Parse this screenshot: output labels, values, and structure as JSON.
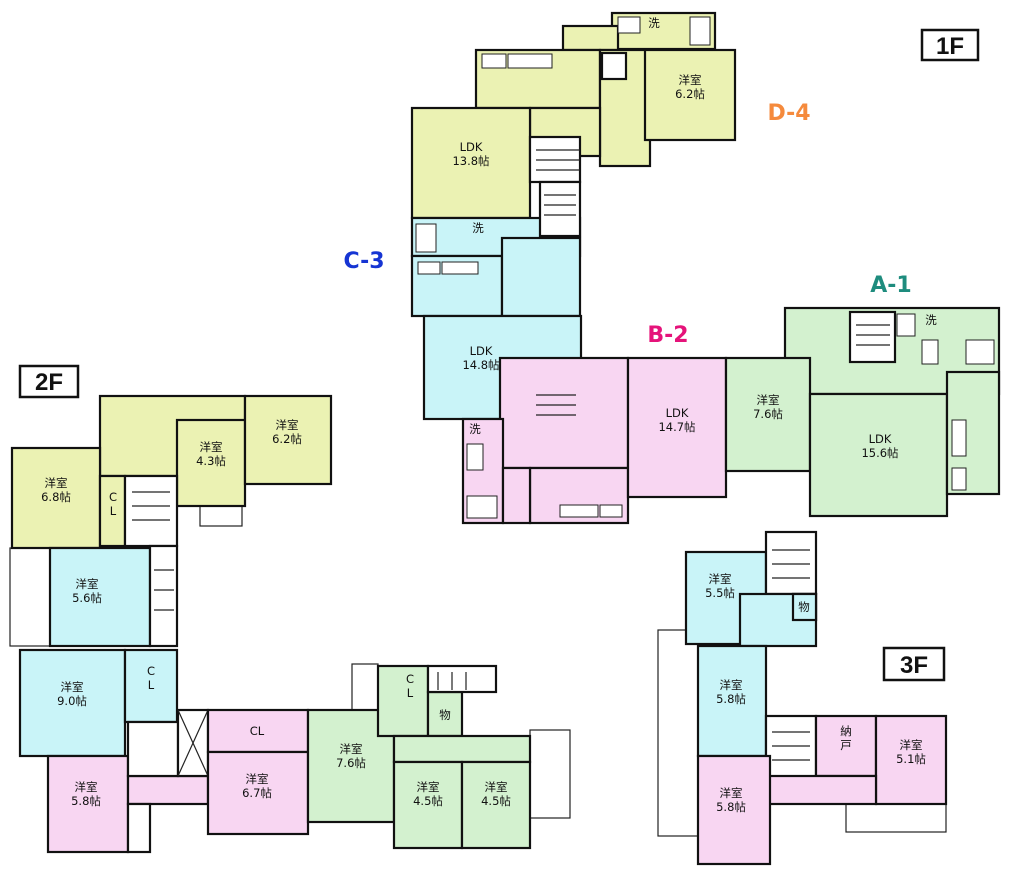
{
  "colors": {
    "yellow": "#ebf2b3",
    "cyan": "#c9f4f8",
    "pink": "#f8d6f2",
    "green": "#d3f1cf",
    "unit_A": "#1e8c7e",
    "unit_B": "#e5137a",
    "unit_C": "#1635d3",
    "unit_D": "#f58a3c"
  },
  "floor_labels": {
    "f1": "1F",
    "f2": "2F",
    "f3": "3F"
  },
  "unit_labels": {
    "A": "A-1",
    "B": "B-2",
    "C": "C-3",
    "D": "D-4"
  },
  "rooms": {
    "f1_d4_ldk": "LDK\n13.8帖",
    "f1_d4_yoshitsu": "洋室\n6.2帖",
    "f1_c3_ldk": "LDK\n14.8帖",
    "f1_b2_ldk": "LDK\n14.7帖",
    "f1_a1_yoshitsu": "洋室\n7.6帖",
    "f1_a1_ldk": "LDK\n15.6帖",
    "f2_y68": "洋室\n6.8帖",
    "f2_y43": "洋室\n4.3帖",
    "f2_y62": "洋室\n6.2帖",
    "f2_cl_top": "C\nL",
    "f2_y56": "洋室\n5.6帖",
    "f2_y90": "洋室\n9.0帖",
    "f2_cl_mid": "C\nL",
    "f2_y58": "洋室\n5.8帖",
    "f2_cl_pink": "CL",
    "f2_y67": "洋室\n6.7帖",
    "f2_y76": "洋室\n7.6帖",
    "f2_cl_green": "C\nL",
    "f2_mono": "物",
    "f2_y45a": "洋室\n4.5帖",
    "f2_y45b": "洋室\n4.5帖",
    "f3_y55": "洋室\n5.5帖",
    "f3_mono": "物",
    "f3_y58a": "洋室\n5.8帖",
    "f3_nando": "納\n戸",
    "f3_y51": "洋室\n5.1帖",
    "f3_y58b": "洋室\n5.8帖"
  },
  "fixtures": {
    "wash": "洗"
  }
}
